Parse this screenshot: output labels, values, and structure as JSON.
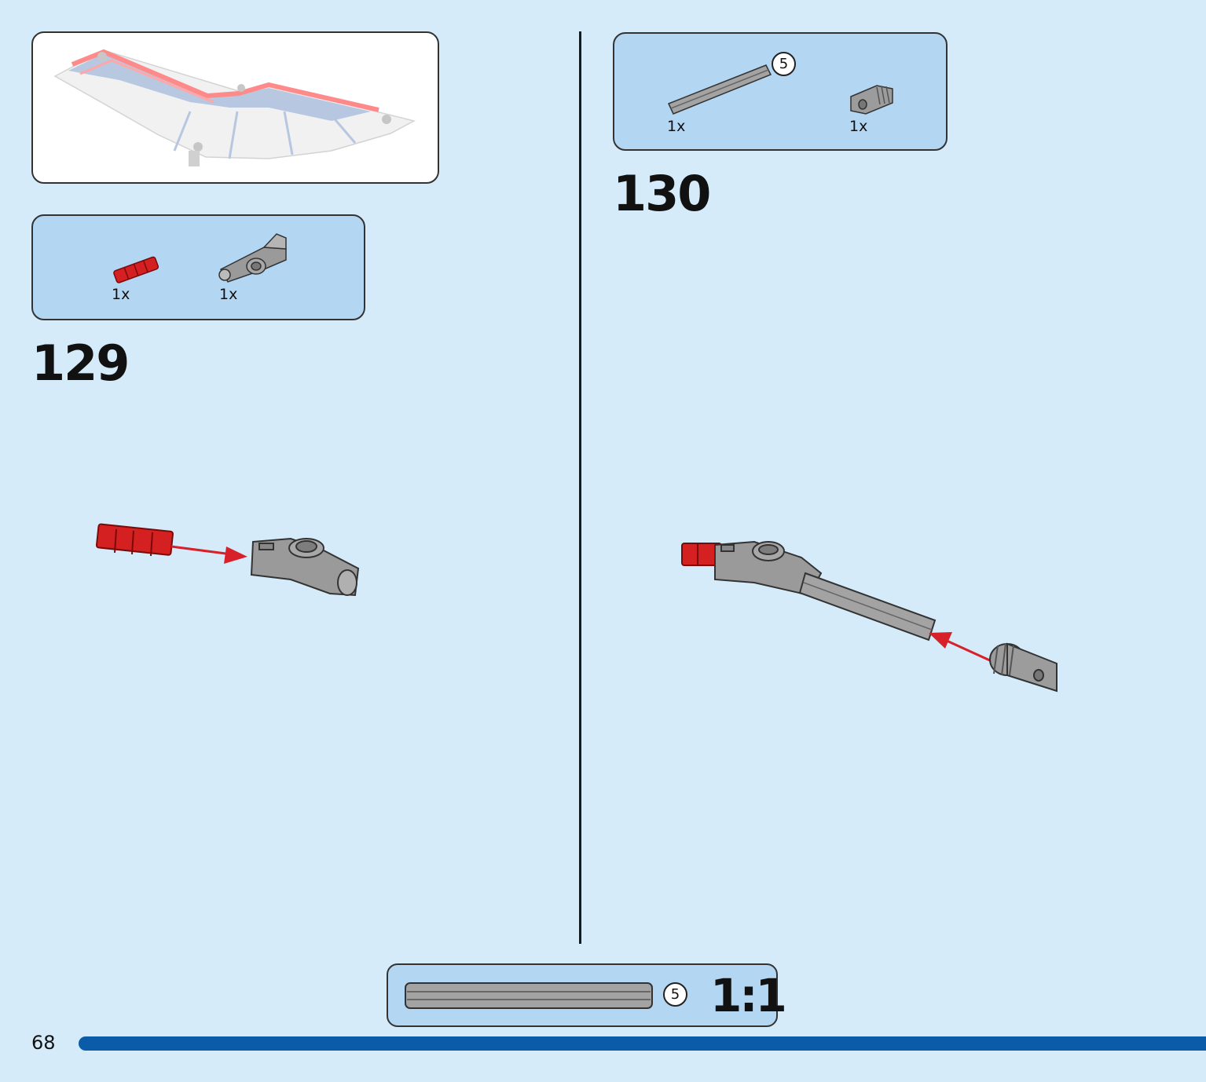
{
  "page": {
    "number": "68"
  },
  "colors": {
    "background": "#d5ebfa",
    "parts_box": "#b3d6f3",
    "page_bar": "#0b5ca8",
    "brick_red": "#d42020",
    "brick_gray": "#9a9a9a",
    "arrow_red": "#d8202a"
  },
  "subassembly_preview": {
    "icon": "wing-subassembly-icon"
  },
  "steps": [
    {
      "number": "129",
      "parts": [
        {
          "icon": "red-axle-pin-icon",
          "qty": "1x"
        },
        {
          "icon": "gray-angle-connector-icon",
          "qty": "1x"
        }
      ]
    },
    {
      "number": "130",
      "parts": [
        {
          "icon": "gray-axle-5-icon",
          "qty": "1x",
          "length": "5"
        },
        {
          "icon": "gray-bush-connector-icon",
          "qty": "1x"
        }
      ]
    }
  ],
  "scale_reference": {
    "length": "5",
    "ratio": "1:1",
    "icon": "axle-5-scale-icon"
  }
}
